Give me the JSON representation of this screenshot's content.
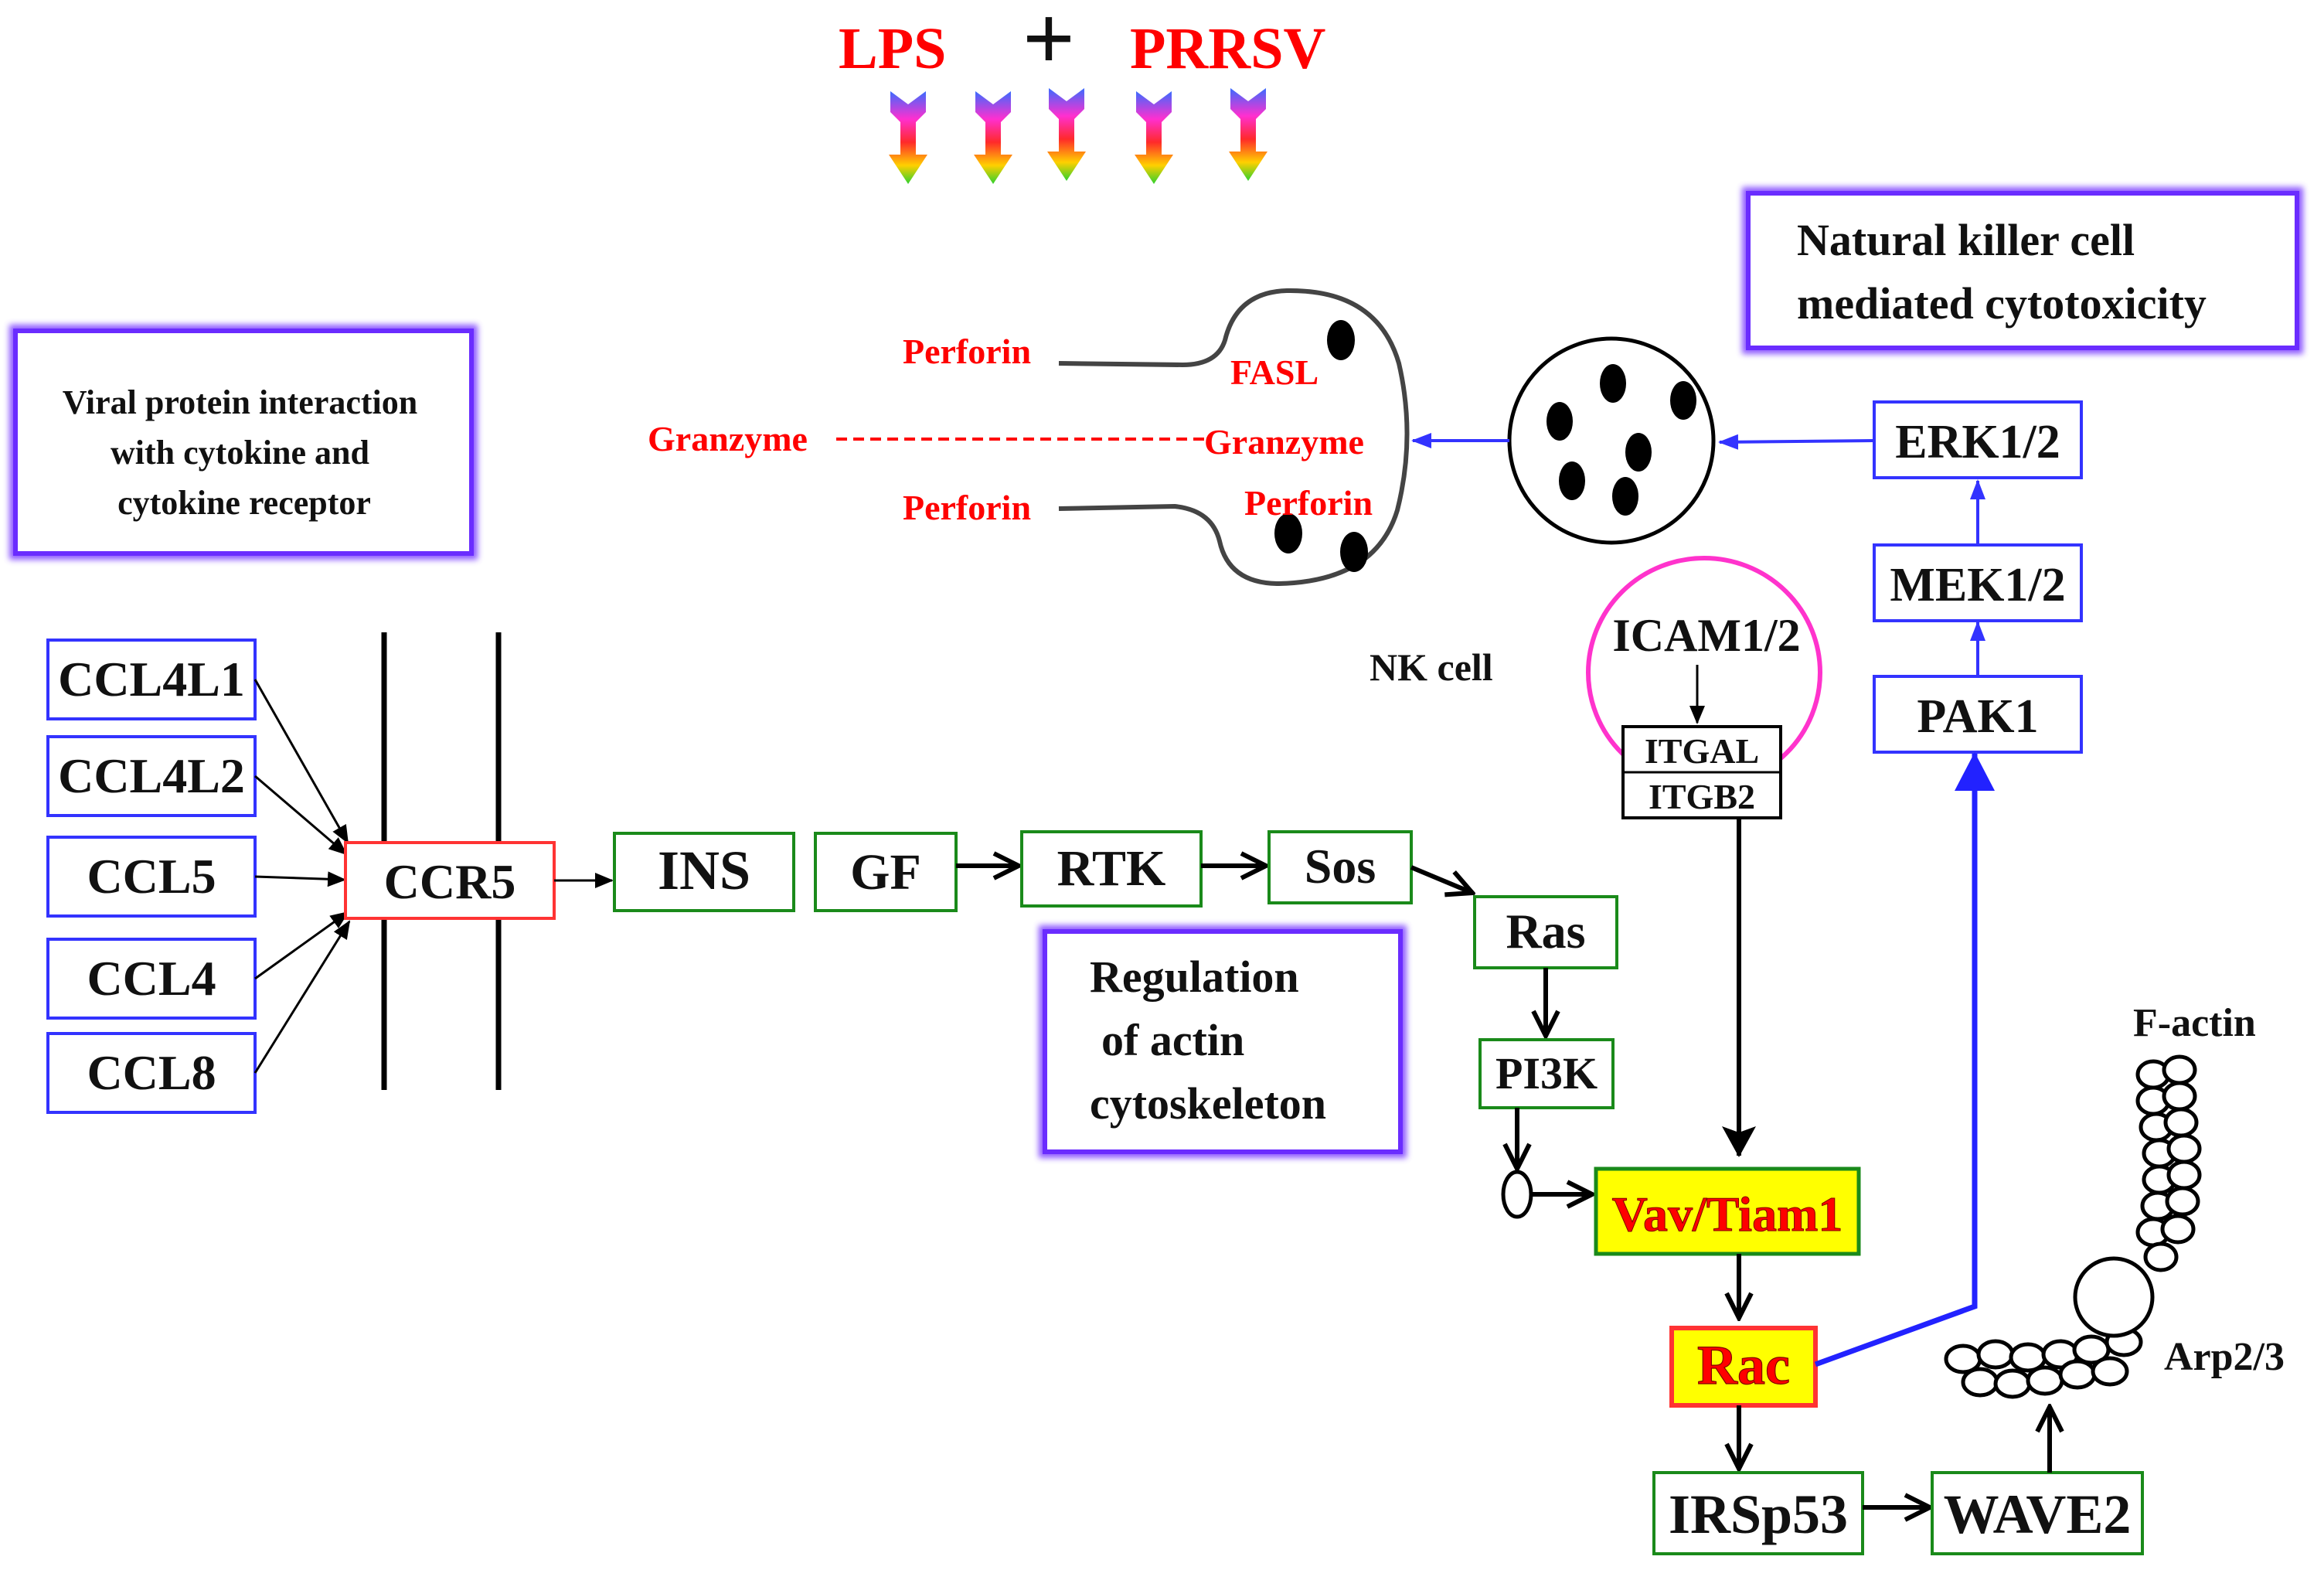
{
  "header": {
    "stimulus_left": "LPS",
    "plus_sign": "+",
    "stimulus_right": "PRRSV"
  },
  "pathway_labels": {
    "viral": "Viral protein interaction|with cytokine and|cytokine receptor",
    "nk": "Natural killer cell|mediated cytotoxicity",
    "actin": "Regulation|of actin|cytoskeleton"
  },
  "ligands": [
    "CCL4L1",
    "CCL4L2",
    "CCL5",
    "CCL4",
    "CCL8"
  ],
  "receptor": "CCR5",
  "chain": {
    "ins": "INS",
    "gf": "GF",
    "rtk": "RTK",
    "sos": "Sos",
    "ras": "Ras",
    "pi3k": "PI3K"
  },
  "highlight": {
    "vav": "Vav/Tiam1",
    "rac": "Rac"
  },
  "lower": {
    "irsp53": "IRSp53",
    "wave2": "WAVE2",
    "arp": "Arp2/3",
    "factin": "F-actin"
  },
  "mapk": {
    "pak1": "PAK1",
    "mek": "MEK1/2",
    "erk": "ERK1/2"
  },
  "nk_cell": {
    "label": "NK cell",
    "icam": "ICAM1/2",
    "itgal": "ITGAL",
    "itgb2": "ITGB2"
  },
  "granule": {
    "perforin_top": "Perforin",
    "fasl": "FASL",
    "granzyme_left": "Granzyme",
    "granzyme_right": "Granzyme",
    "perforin_bottom_left": "Perforin",
    "perforin_bottom_right": "Perforin"
  },
  "colors": {
    "blue_box": "#3333ff",
    "green_box": "#1a8a1a",
    "red_box": "#ff3333",
    "highlight_fill": "#ffff00",
    "highlight_text": "#ff0000",
    "purple_frame": "#7a3cff",
    "magenta_circle": "#ff33cc",
    "label_red": "#ff0000"
  }
}
